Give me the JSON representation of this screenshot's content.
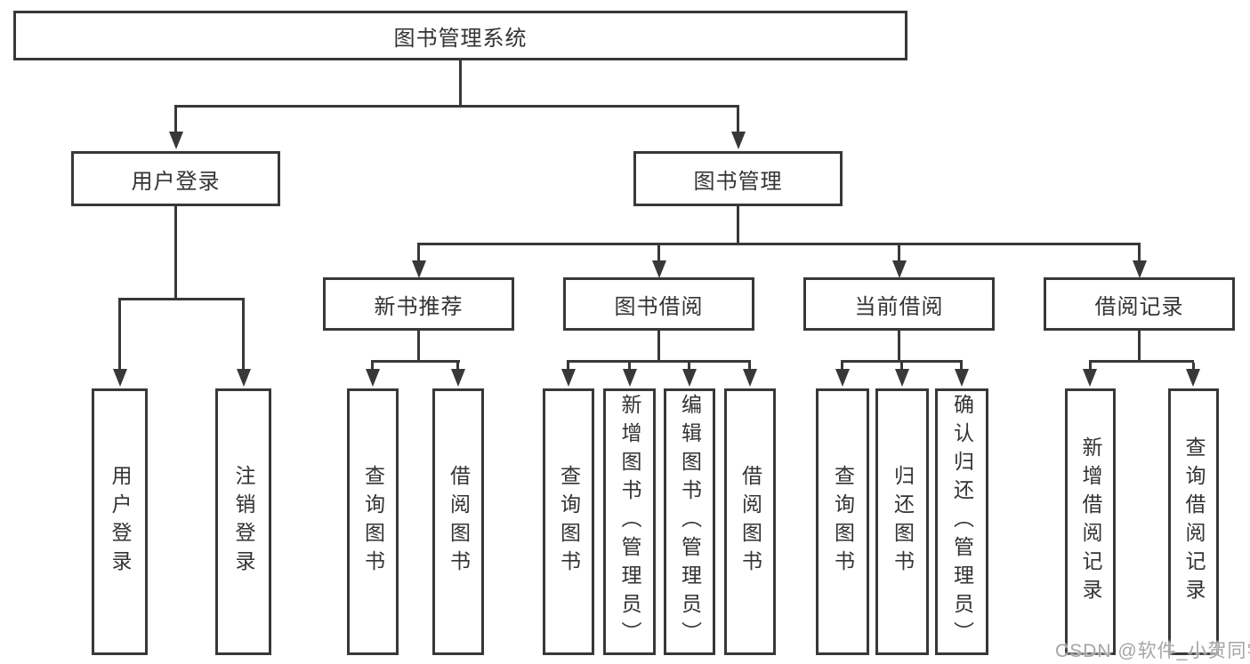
{
  "root": {
    "label": "图书管理系统"
  },
  "user_login": {
    "label": "用户登录",
    "children": [
      {
        "label": "用户登录"
      },
      {
        "label": "注销登录"
      }
    ]
  },
  "book_mgmt": {
    "label": "图书管理",
    "sections": [
      {
        "label": "新书推荐",
        "children": [
          {
            "label": "查询图书"
          },
          {
            "label": "借阅图书"
          }
        ]
      },
      {
        "label": "图书借阅",
        "children": [
          {
            "label": "查询图书"
          },
          {
            "label": "新增图书（管理员）"
          },
          {
            "label": "编辑图书（管理员）"
          },
          {
            "label": "借阅图书"
          }
        ]
      },
      {
        "label": "当前借阅",
        "children": [
          {
            "label": "查询图书"
          },
          {
            "label": "归还图书"
          },
          {
            "label": "确认归还（管理员）"
          }
        ]
      },
      {
        "label": "借阅记录",
        "children": [
          {
            "label": "新增借阅记录"
          },
          {
            "label": "查询借阅记录"
          }
        ]
      }
    ]
  },
  "watermark": {
    "text": "CSDN @软件_小贺同学"
  },
  "colors": {
    "line": "#383838",
    "text": "#333333",
    "background": "#ffffff",
    "watermark": "#a5a5a5"
  }
}
